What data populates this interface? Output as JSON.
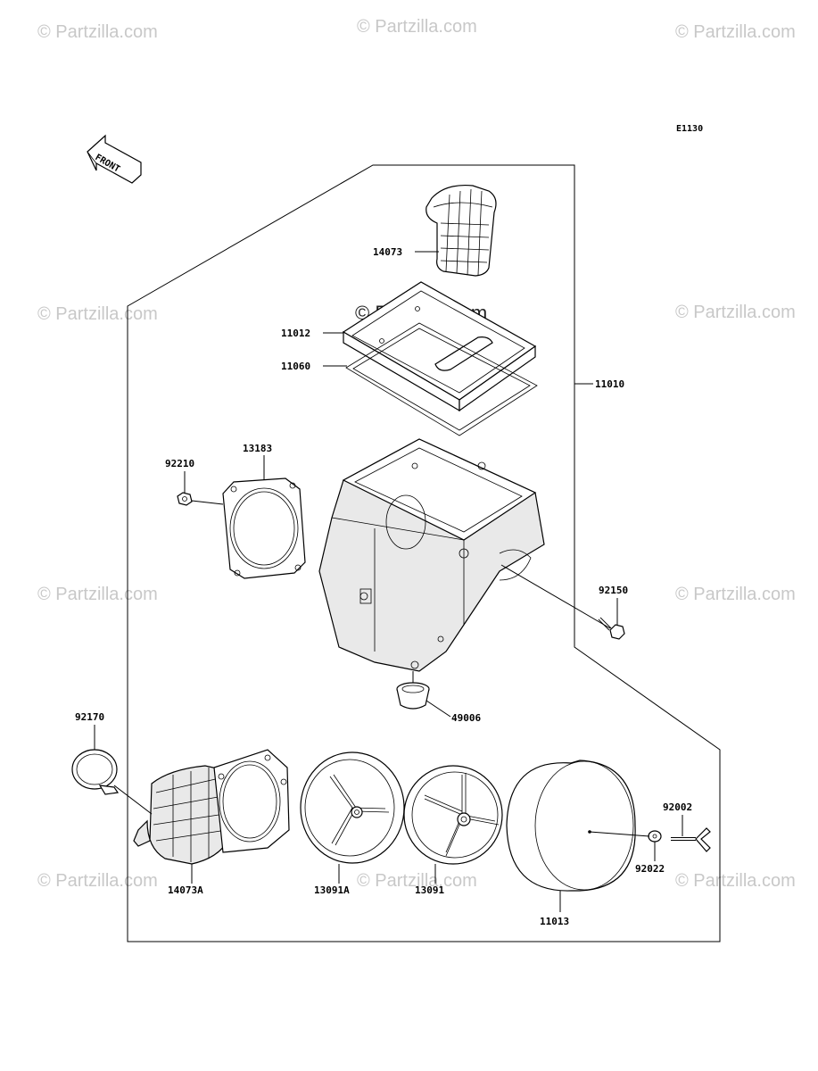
{
  "diagram_code": "E1130",
  "front_label": "FRONT",
  "watermark_text": "© Partzilla.com",
  "center_watermark_text": "© Partzilla.com",
  "parts": [
    {
      "id": "p14073",
      "number": "14073",
      "name": "intake duct"
    },
    {
      "id": "p11012",
      "number": "11012",
      "name": "cover plate"
    },
    {
      "id": "p11060",
      "number": "11060",
      "name": "gasket"
    },
    {
      "id": "p11010",
      "number": "11010",
      "name": "air cleaner case assembly"
    },
    {
      "id": "p92210",
      "number": "92210",
      "name": "nut"
    },
    {
      "id": "p13183",
      "number": "13183",
      "name": "plate"
    },
    {
      "id": "p92150",
      "number": "92150",
      "name": "bolt"
    },
    {
      "id": "p49006",
      "number": "49006",
      "name": "cap"
    },
    {
      "id": "p92170",
      "number": "92170",
      "name": "clamp"
    },
    {
      "id": "p14073A",
      "number": "14073A",
      "name": "duct"
    },
    {
      "id": "p13091A",
      "number": "13091A",
      "name": "holder"
    },
    {
      "id": "p13091",
      "number": "13091",
      "name": "holder"
    },
    {
      "id": "p11013",
      "number": "11013",
      "name": "air filter element"
    },
    {
      "id": "p92002",
      "number": "92002",
      "name": "wing bolt"
    },
    {
      "id": "p92022",
      "number": "92022",
      "name": "washer"
    }
  ]
}
